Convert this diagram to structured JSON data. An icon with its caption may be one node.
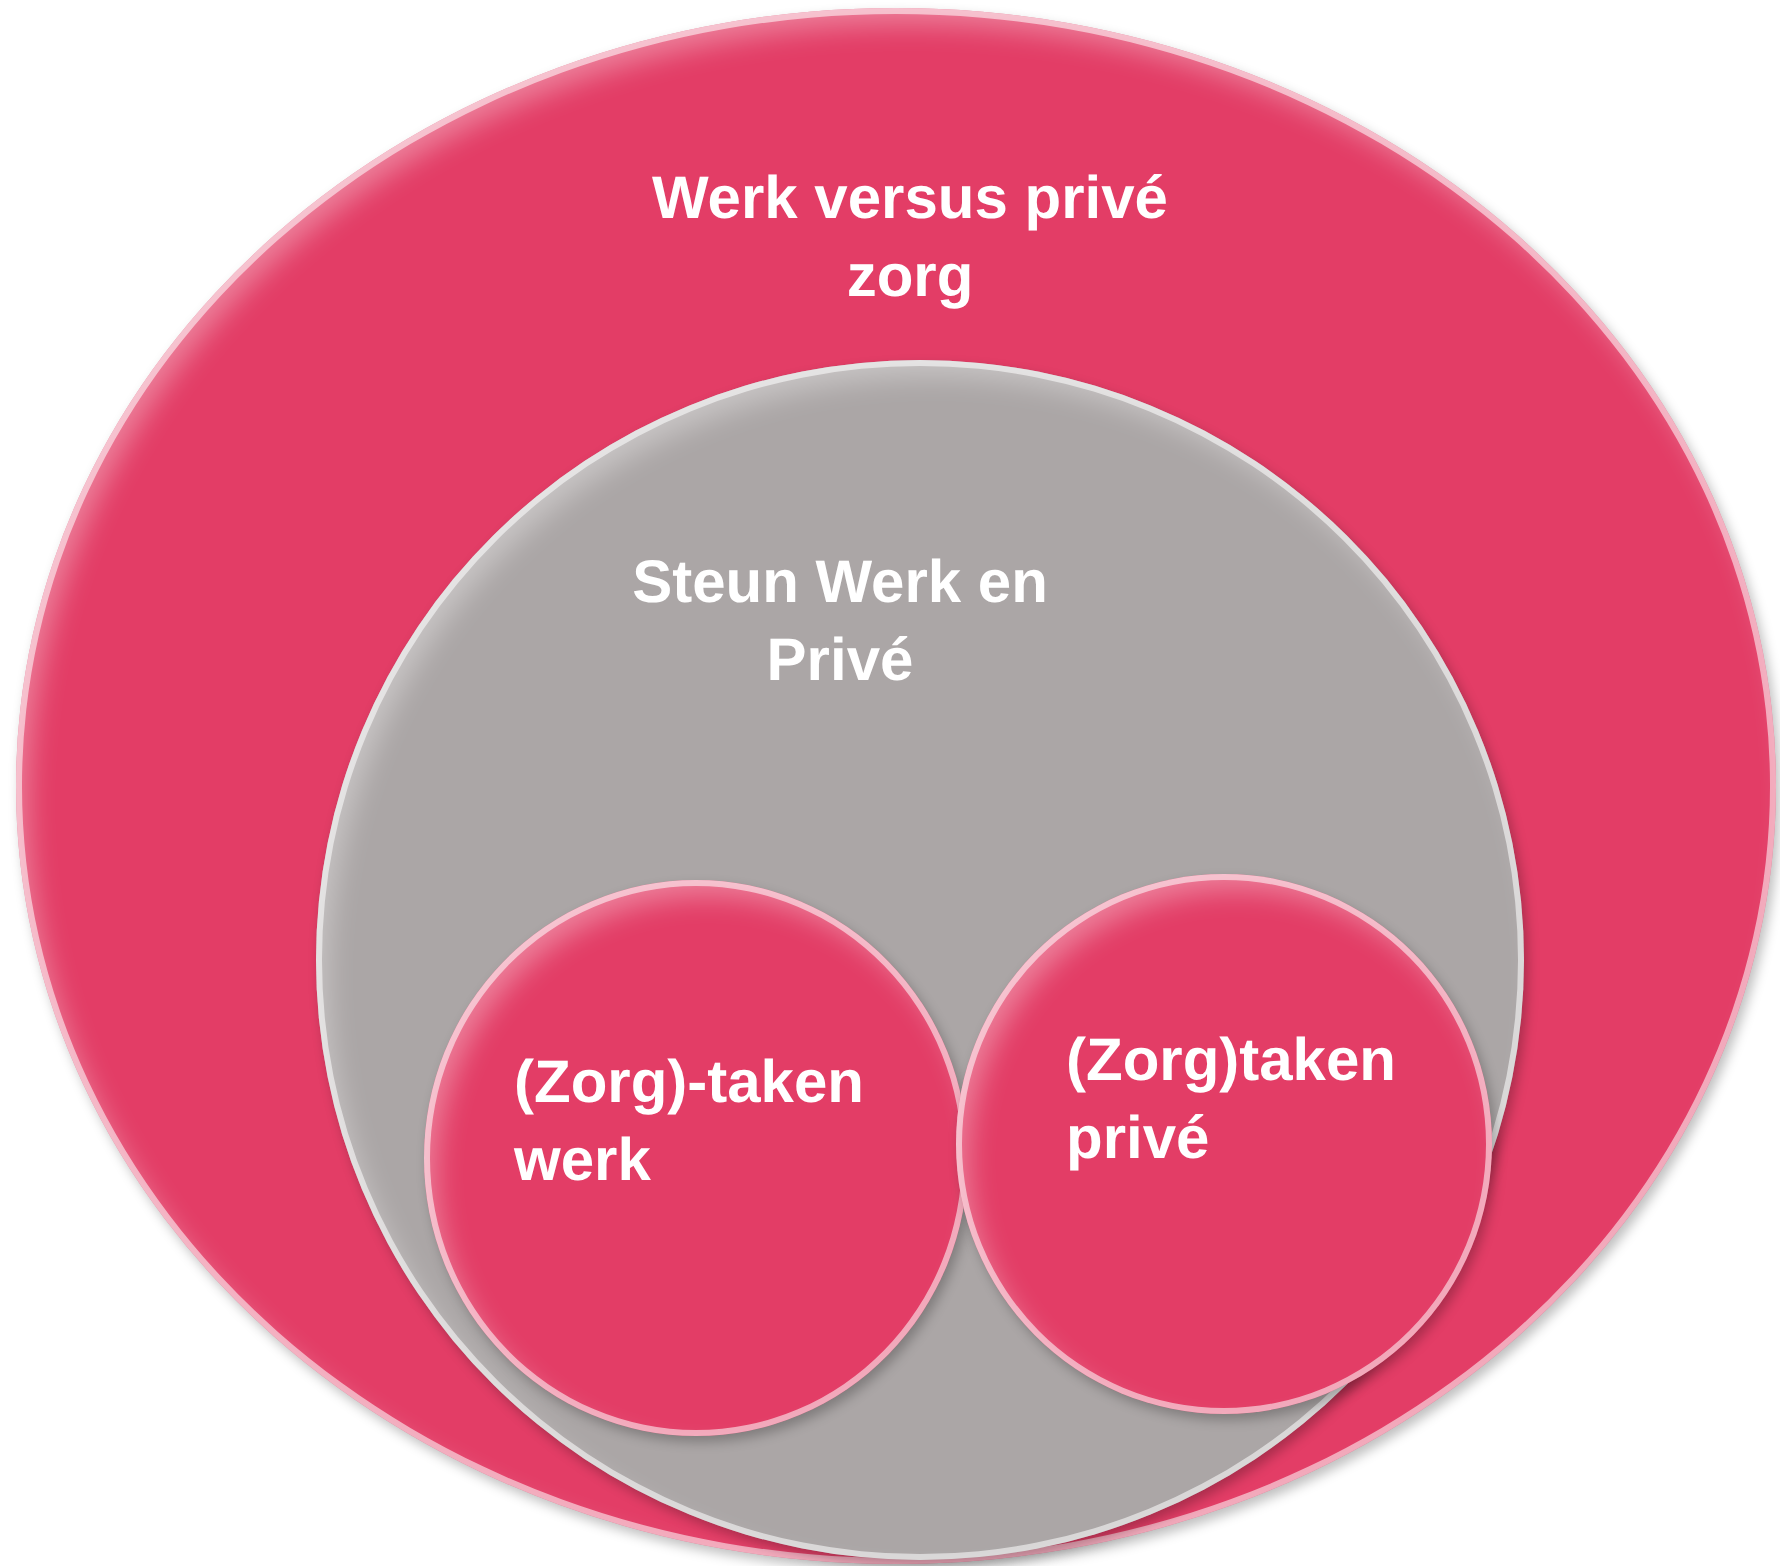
{
  "diagram": {
    "nodes": [
      {
        "text": [
          "Werk versus privé zorg"
        ]
      },
      {
        "text": [
          "Steun Werk en Privé"
        ],
        "in": 0
      },
      {
        "text": [
          "(Zorg)-taken werk"
        ],
        "in": 1
      },
      {
        "text": [
          "(Zorg)taken privé"
        ],
        "in": 1
      }
    ]
  }
}
